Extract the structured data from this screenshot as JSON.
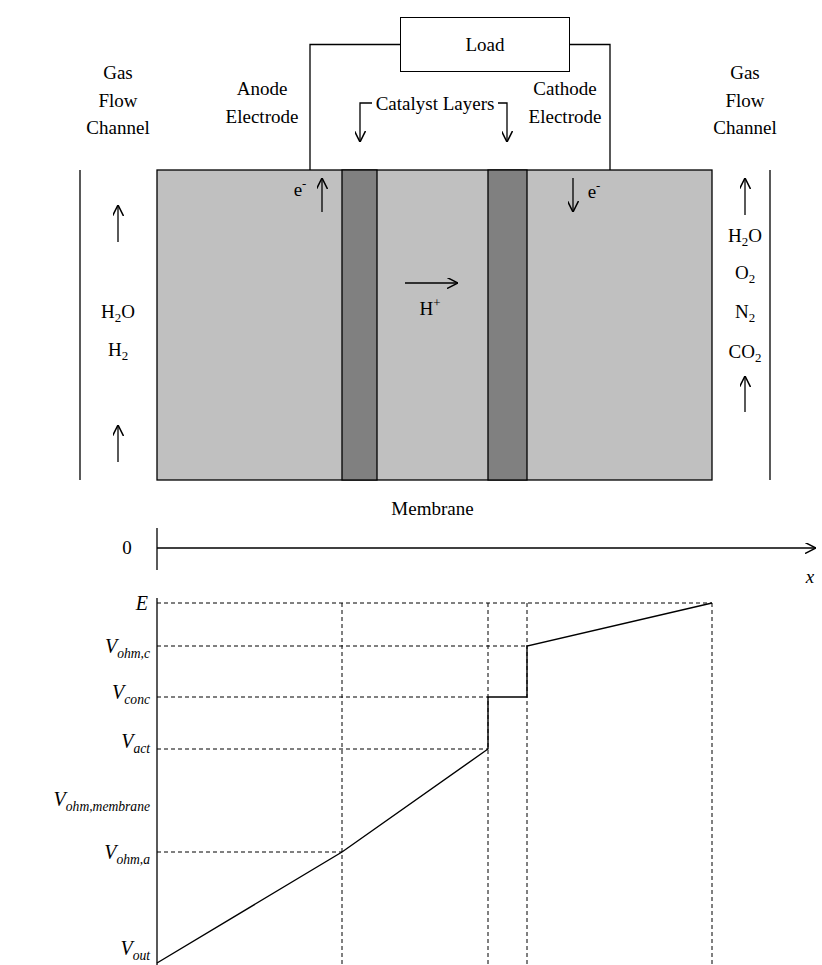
{
  "diagram": {
    "nodes": [
      {
        "text": [
          "Load"
        ]
      },
      {
        "text": [
          "Anode Electrode"
        ]
      },
      {
        "text": [
          "Cathode Electrode"
        ]
      },
      {
        "text": [
          "Membrane"
        ]
      }
    ],
    "edges": [
      {
        "from": 0,
        "to": 1,
        "arrow": "none"
      },
      {
        "from": 0,
        "to": 2,
        "arrow": "none"
      }
    ],
    "labels": [
      "Gas Flow Channel",
      "Catalyst Layers",
      "Gas Flow Channel",
      "e-",
      "e-",
      "H+",
      "H2O",
      "H2",
      "H2O",
      "O2",
      "N2",
      "CO2",
      "0",
      "x",
      "E",
      "Vohm,c",
      "Vconc",
      "Vact",
      "Vohm,membrane",
      "Vohm,a",
      "Vout"
    ]
  }
}
